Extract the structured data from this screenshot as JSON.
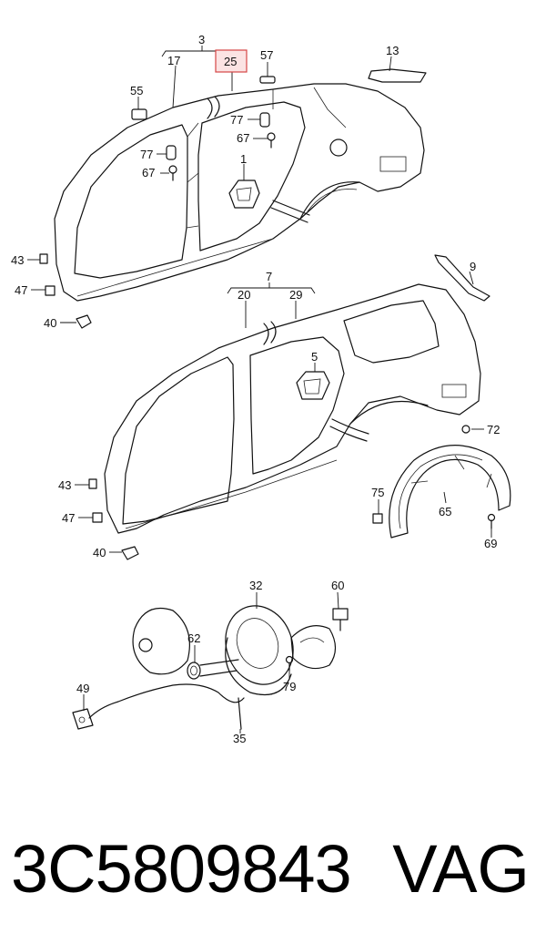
{
  "callouts": {
    "c3": "3",
    "c17": "17",
    "c25": "25",
    "c57": "57",
    "c13": "13",
    "c55": "55",
    "c77a": "77",
    "c67a": "67",
    "c77b": "77",
    "c67b": "67",
    "c1": "1",
    "c43a": "43",
    "c47a": "47",
    "c40a": "40",
    "c9": "9",
    "c7": "7",
    "c20": "20",
    "c29": "29",
    "c5": "5",
    "c72": "72",
    "c43b": "43",
    "c47b": "47",
    "c40b": "40",
    "c75": "75",
    "c65": "65",
    "c69": "69",
    "c32": "32",
    "c60": "60",
    "c62": "62",
    "c79": "79",
    "c49": "49",
    "c35": "35"
  },
  "highlighted_callout": "25",
  "colors": {
    "highlight_fill": "#fbe3e3",
    "highlight_stroke": "#d64545",
    "line": "#111111"
  },
  "footer": {
    "part_number": "3C5809843",
    "brand": "VAG"
  }
}
